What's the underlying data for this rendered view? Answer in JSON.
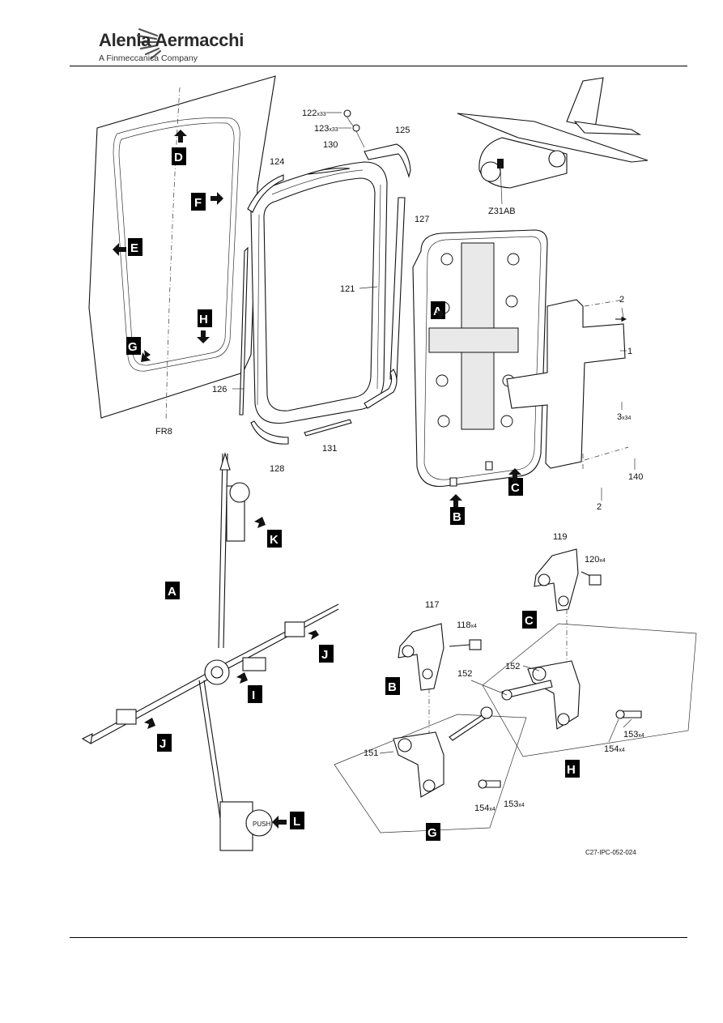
{
  "header": {
    "brand": "Alenia Aermacchi",
    "tagline": "A Finmeccanica Company"
  },
  "figure": {
    "reference": "C27-IPC-052-024",
    "zone": "Z31AB",
    "frame": "FR8",
    "view_tags": [
      "A",
      "B",
      "C",
      "D",
      "E",
      "F",
      "G",
      "H",
      "I",
      "J",
      "K",
      "L"
    ],
    "callouts": {
      "p1": "1",
      "p2": "2",
      "p3": "3",
      "p3q": "x34",
      "p117": "117",
      "p118": "118",
      "p118q": "x4",
      "p119": "119",
      "p120": "120",
      "p120q": "x4",
      "p121": "121",
      "p122": "122",
      "p122q": "x33",
      "p123": "123",
      "p123q": "x33",
      "p124": "124",
      "p125": "125",
      "p126": "126",
      "p127": "127",
      "p128": "128",
      "p130": "130",
      "p131": "131",
      "p140": "140",
      "p151": "151",
      "p152": "152",
      "p153": "153",
      "p153q": "x4",
      "p154": "154",
      "p154q": "x4"
    }
  },
  "colors": {
    "ink": "#111111",
    "panel": "#ffffff",
    "tag_bg": "#000000"
  }
}
